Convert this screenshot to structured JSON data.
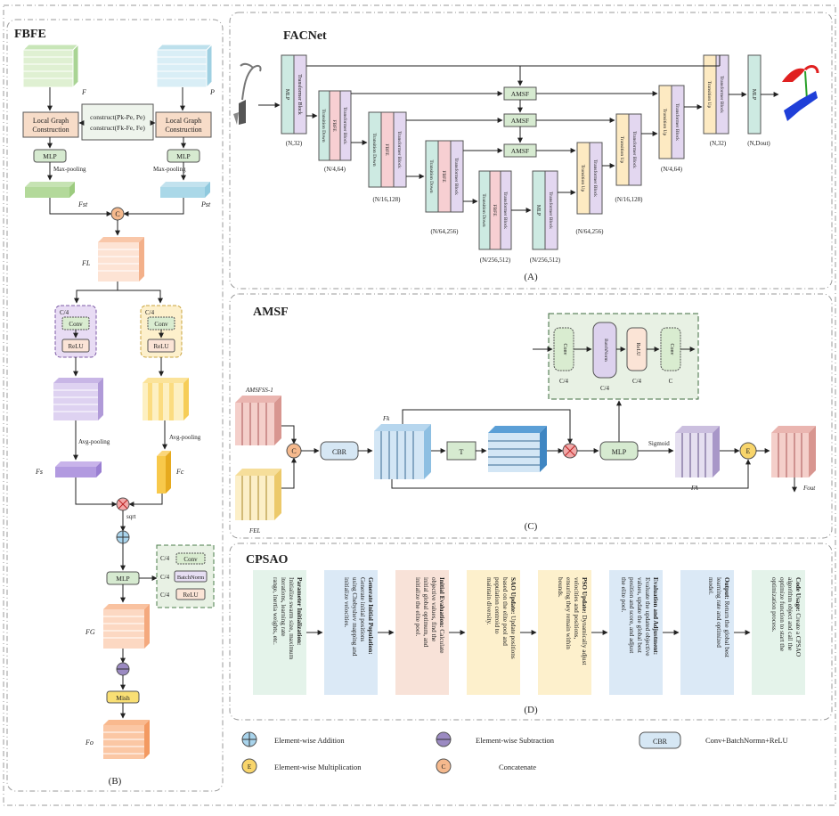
{
  "fbfe": {
    "title": "FBFE",
    "f_label": "F",
    "p_label": "P",
    "lgc_left": [
      "Local Graph",
      "Construction"
    ],
    "lgc_right": [
      "Local Graph",
      "Construction"
    ],
    "construct_line1": "construct(Pk-Pe, Pe)",
    "construct_line2": "construct(Fk-Fe, Fe)",
    "mlp": "MLP",
    "maxpool": "Max-pooling",
    "fst_label": "Fst",
    "pst_label": "Pst",
    "concat": "C",
    "fl_label": "FL",
    "c4": "C/4",
    "conv": "Conv",
    "relu": "ReLU",
    "avgpool": "Avg-pooling",
    "fs_label": "Fs",
    "fc_label": "Fc",
    "sqrt": "sqrt",
    "batchnorm": "BatchNorm",
    "fg_label": "FG",
    "mish": "Mish",
    "fo_label": "Fo",
    "caption": "(B)"
  },
  "facnet": {
    "title": "FACNet",
    "mlp": "MLP",
    "transformer_block": "Transformer Block",
    "transition_down": "Transition Down",
    "transition_up": "Transition Up",
    "fbfe": "FBFE",
    "amsf": "AMSF",
    "dims": {
      "n32": "(N,32)",
      "n4_64": "(N/4,64)",
      "n16_128": "(N/16,128)",
      "n64_256": "(N/64,256)",
      "n256_512": "(N/256,512)",
      "n256_512b": "(N/256,512)",
      "n64_256b": "(N/64,256)",
      "n16_128b": "(N/16,128)",
      "n4_64b": "(N/4,64)",
      "n32b": "(N,32)",
      "ndout": "(N,Dout)"
    },
    "caption": "(A)"
  },
  "amsf": {
    "title": "AMSF",
    "input_top": "AMSFSS-1",
    "input_bottom": "FEL",
    "concat": "C",
    "cbr": "CBR",
    "fk_label": "Fk",
    "t": "T",
    "mlp": "MLP",
    "sigmoid": "Sigmoid",
    "fa_label": "FA",
    "e": "E",
    "out_label": "Fout",
    "inset_conv1": "Conv",
    "inset_bn": "BatchNorm",
    "inset_relu": "ReLU",
    "inset_conv2": "Conv",
    "inset_c4a": "C/4",
    "inset_c4b": "C/4",
    "inset_c4c": "C/4",
    "inset_c": "C",
    "caption": "(C)"
  },
  "cpsao": {
    "title": "CPSAO",
    "steps": [
      {
        "head": "Parameter Initialization:",
        "body": "Initialize swarm size, maximum iterations, learning rate range, inertia weights, etc.",
        "color": "#e4f3ea"
      },
      {
        "head": "Generate Initial Population:",
        "body": "Generate initial positions using Chebyshev mapping and initialize velocities.",
        "color": "#dbe9f6"
      },
      {
        "head": "Initial Evaluation:",
        "body": "Calculate objective values, find the initial global optimum, and initialize the elite pool.",
        "color": "#f8e2d8"
      },
      {
        "head": "SAO Update:",
        "body": "Update positions based on the elite pool and population centroid to maintain diversity.",
        "color": "#fdf0cc"
      },
      {
        "head": "PSO Update:",
        "body": "Dynamically adjust velocities and positions, ensuring they remain within bounds.",
        "color": "#fdf0cc"
      },
      {
        "head": "Evaluation and Adjustment:",
        "body": "Evaluate the updated objective values, update the global best position and score, and adjust the elite pool.",
        "color": "#dbe9f6"
      },
      {
        "head": "Output:",
        "body": "Return the global best learning rate and optimized model.",
        "color": "#dbe9f6"
      },
      {
        "head": "Code Usage:",
        "body": "Create a CPSAO algorithm object and call the optimize function to start the optimization process.",
        "color": "#e4f3ea"
      }
    ],
    "caption": "(D)"
  },
  "legend": {
    "addition": "Element-wise Addition",
    "subtraction": "Element-wise Subtraction",
    "cbr_box": "CBR",
    "cbr_desc": "Conv+BatchNormn+ReLU",
    "e_symbol": "E",
    "multiplication": "Element-wise Multiplication",
    "c_symbol": "C",
    "concatenate": "Concatenate"
  }
}
